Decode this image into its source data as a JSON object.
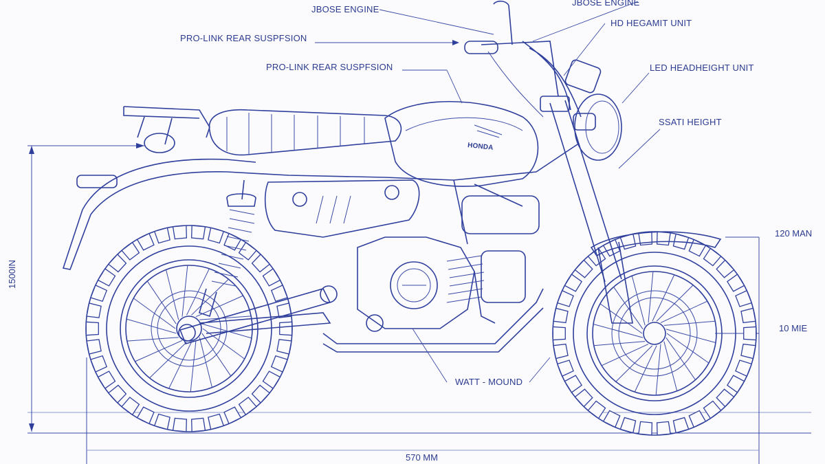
{
  "labels": {
    "engine_top": "JBOSE ENGINE",
    "engine_top_right": "JBOSE ENGINE",
    "prolink_1": "PRO-LINK REAR SUSPFSION",
    "headlight_top": "HD HEGAMIT UNIT",
    "prolink_2": "PRO-LINK REAR SUSPFSION",
    "led_headlight": "LED HEADHEIGHT UNIT",
    "seat_height": "SSATI HEIGHT",
    "watt_mound": "WATT - MOUND",
    "tank_badge": "HONDA"
  },
  "dimensions": {
    "height": "1500IN",
    "front_top": "120 MAN",
    "front_mid": "10 MIE",
    "wheelbase": "570 MM"
  },
  "colors": {
    "ink": "#2f3f9c",
    "paper": "#fbfbfe"
  }
}
